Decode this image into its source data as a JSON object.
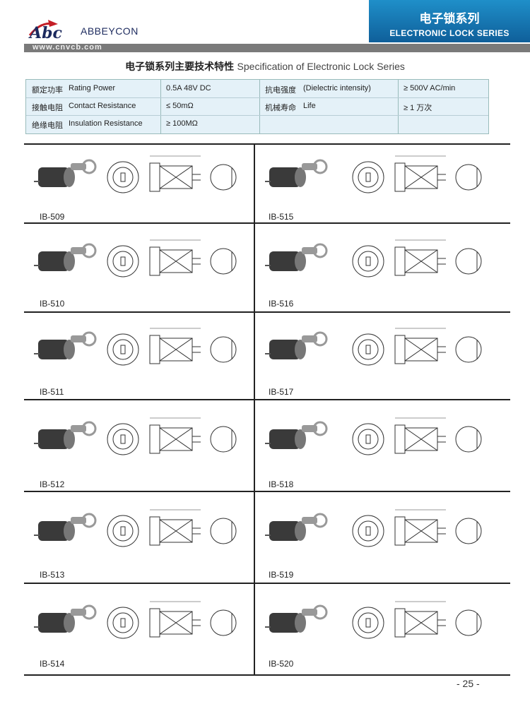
{
  "header": {
    "brand": "ABBEYCON",
    "logo_script": "Abc",
    "badge_cn": "电子锁系列",
    "badge_en": "ELECTRONIC LOCK SERIES",
    "url": "www.cnvcb.com"
  },
  "title": {
    "cn": "电子锁系列主要技术特性",
    "en": "Specification of Electronic Lock Series"
  },
  "spec_table": {
    "rows": [
      {
        "label_cn": "额定功率",
        "label_en": "Rating Power",
        "value": "0.5A 48V DC",
        "label2_cn": "抗电强度",
        "label2_en": "(Dielectric intensity)",
        "value2": "≥ 500V AC/min"
      },
      {
        "label_cn": "接触电阻",
        "label_en": "Contact Resistance",
        "value": "≤ 50mΩ",
        "label2_cn": "机械寿命",
        "label2_en": "Life",
        "value2": "≥ 1 万次"
      },
      {
        "label_cn": "绝缘电阻",
        "label_en": "Insulation Resistance",
        "value": "≥ 100MΩ",
        "label2_cn": "",
        "label2_en": "",
        "value2": ""
      }
    ]
  },
  "models": [
    {
      "id": "IB-509"
    },
    {
      "id": "IB-515"
    },
    {
      "id": "IB-510"
    },
    {
      "id": "IB-516"
    },
    {
      "id": "IB-511"
    },
    {
      "id": "IB-517"
    },
    {
      "id": "IB-512"
    },
    {
      "id": "IB-518"
    },
    {
      "id": "IB-513"
    },
    {
      "id": "IB-519"
    },
    {
      "id": "IB-514"
    },
    {
      "id": "IB-520"
    }
  ],
  "page_number": "- 25 -",
  "colors": {
    "badge": "#1a7fbf",
    "spec_bg": "#e4f1f8",
    "url_bar": "#7a7a7a"
  }
}
